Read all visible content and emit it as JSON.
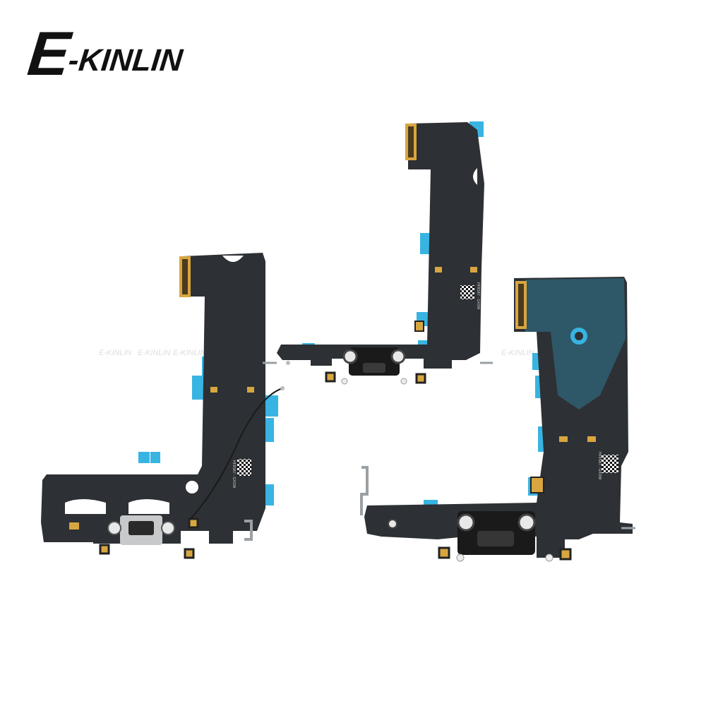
{
  "brand": {
    "logo_first": "E",
    "logo_rest": "-KINLIN",
    "watermark": "E-KINLIN"
  },
  "colors": {
    "flex_dark": "#2d3034",
    "flex_shadow": "#1f2226",
    "flex_teal": "#2f5e72",
    "stiffener_blue": "#38b4e2",
    "contact_gold": "#d8a640",
    "connector_black": "#1a1a1a",
    "metal_silver": "#c7c9cb"
  },
  "flex_labels": {
    "left": "HF8SA7 - GXOW",
    "middle": "HF8SA7 - GX0W",
    "right": "HF8SA7 - GXOW"
  }
}
